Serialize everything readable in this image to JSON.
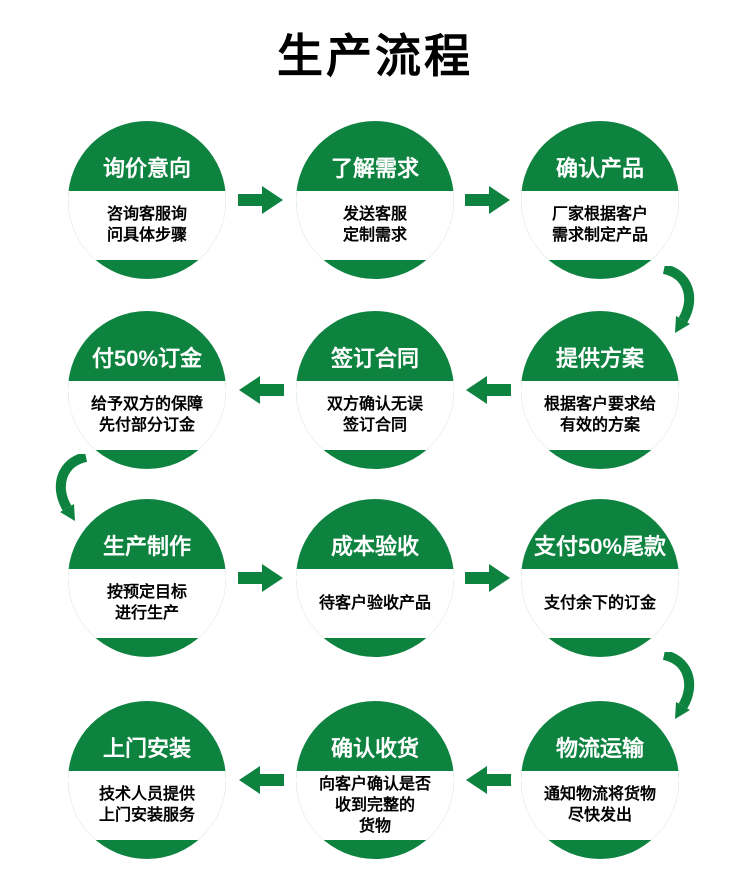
{
  "page": {
    "title": "生产流程",
    "accent_color": "#0e8340",
    "background_color": "#ffffff",
    "step_title_color": "#ffffff",
    "step_desc_color": "#000000"
  },
  "steps": [
    {
      "title": "询价意向",
      "desc": "咨询客服询\n问具体步骤"
    },
    {
      "title": "了解需求",
      "desc": "发送客服\n定制需求"
    },
    {
      "title": "确认产品",
      "desc": "厂家根据客户\n需求制定产品"
    },
    {
      "title": "提供方案",
      "desc": "根据客户要求给\n有效的方案"
    },
    {
      "title": "签订合同",
      "desc": "双方确认无误\n签订合同"
    },
    {
      "title": "付50%订金",
      "desc": "给予双方的保障\n先付部分订金"
    },
    {
      "title": "生产制作",
      "desc": "按预定目标\n进行生产"
    },
    {
      "title": "成本验收",
      "desc": "待客户验收产品"
    },
    {
      "title": "支付50%尾款",
      "desc": "支付余下的订金"
    },
    {
      "title": "物流运输",
      "desc": "通知物流将货物\n尽快发出"
    },
    {
      "title": "确认收货",
      "desc": "向客户确认是否\n收到完整的\n货物"
    },
    {
      "title": "上门安装",
      "desc": "技术人员提供\n上门安装服务"
    }
  ]
}
